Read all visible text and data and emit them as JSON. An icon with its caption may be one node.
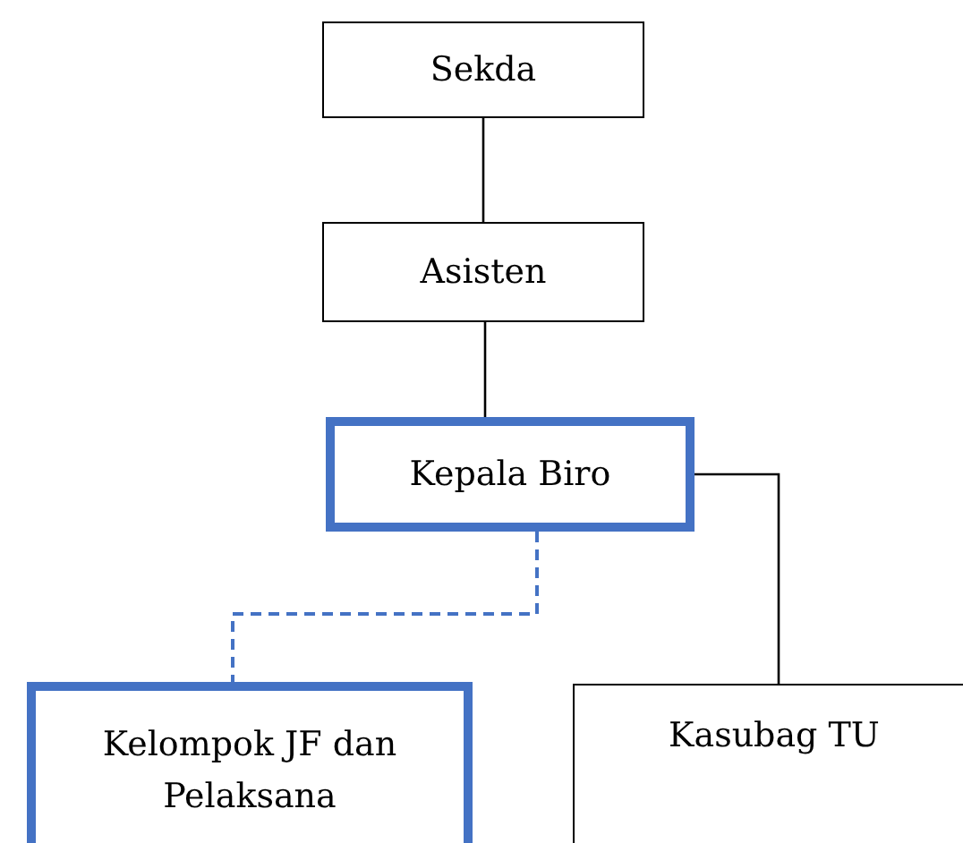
{
  "diagram": {
    "nodes": [
      {
        "text": [
          "Sekda"
        ]
      },
      {
        "text": [
          "Asisten"
        ]
      },
      {
        "text": [
          "Kepala Biro"
        ]
      },
      {
        "text": [
          "Kelompok JF dan Pelaksana"
        ]
      },
      {
        "text": [
          "Kasubag TU"
        ]
      }
    ],
    "edges": [
      {
        "from": 0,
        "to": 1,
        "arrow": "none"
      },
      {
        "from": 1,
        "to": 2,
        "arrow": "none"
      },
      {
        "from": 2,
        "to": 4,
        "arrow": "none"
      },
      {
        "from": 2,
        "to": 3,
        "arrow": "none",
        "style": "dashed",
        "color": "#4472c4"
      }
    ]
  }
}
